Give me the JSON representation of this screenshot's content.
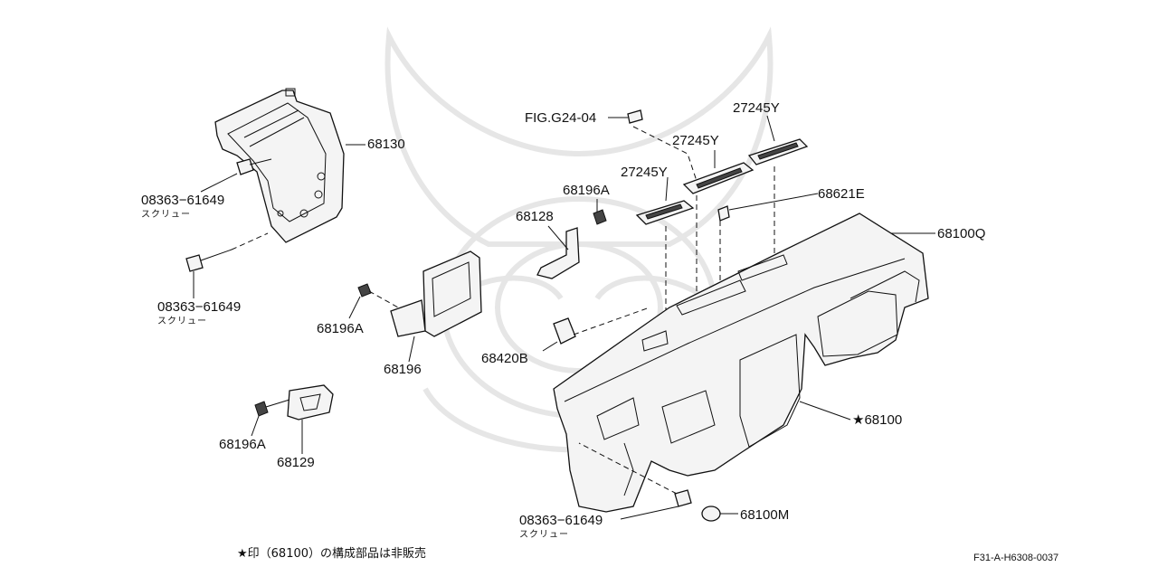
{
  "parts": [
    {
      "id": "p68130",
      "number": "68130"
    },
    {
      "id": "p08363a",
      "number": "08363−61649",
      "desc": "スクリュー"
    },
    {
      "id": "p08363b",
      "number": "08363−61649",
      "desc": "スクリュー"
    },
    {
      "id": "p68196A_1",
      "number": "68196A"
    },
    {
      "id": "p68196",
      "number": "68196"
    },
    {
      "id": "p68196A_2",
      "number": "68196A"
    },
    {
      "id": "p68129",
      "number": "68129"
    },
    {
      "id": "figref",
      "number": "FIG.G24-04"
    },
    {
      "id": "p27245Y_1",
      "number": "27245Y"
    },
    {
      "id": "p27245Y_2",
      "number": "27245Y"
    },
    {
      "id": "p27245Y_3",
      "number": "27245Y"
    },
    {
      "id": "p68196A_3",
      "number": "68196A"
    },
    {
      "id": "p68621E",
      "number": "68621E"
    },
    {
      "id": "p68128",
      "number": "68128"
    },
    {
      "id": "p68100Q",
      "number": "68100Q"
    },
    {
      "id": "p68420B",
      "number": "68420B"
    },
    {
      "id": "p68100",
      "number": "★68100"
    },
    {
      "id": "p08363c",
      "number": "08363−61649",
      "desc": "スクリュー"
    },
    {
      "id": "p68100M",
      "number": "68100M"
    }
  ],
  "footnote": "★印（68100）の構成部品は非販売",
  "diagram_code": "F31-A-H6308-0037"
}
